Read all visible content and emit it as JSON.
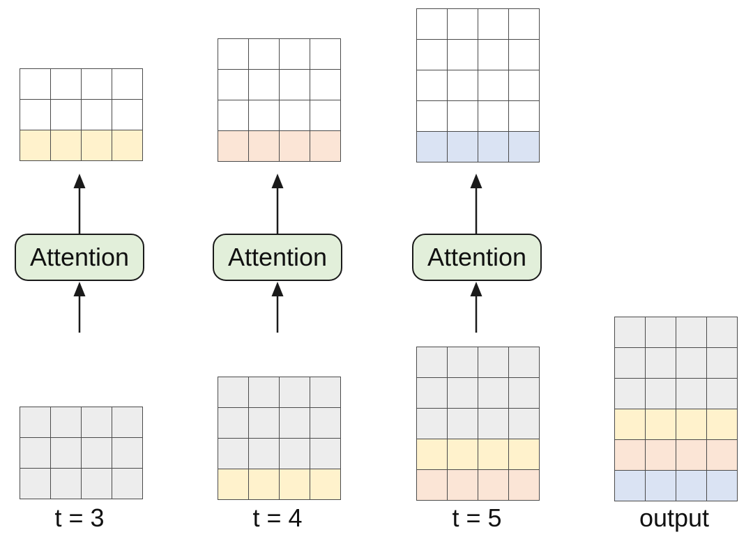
{
  "diagram": {
    "title": "attention-per-timestep-diagram",
    "colors": {
      "white": "#ffffff",
      "gray": "#ededed",
      "yellow": "#fff2cc",
      "orange": "#fbe5d6",
      "blue": "#dae3f3",
      "attention_fill": "#e2efda",
      "stroke": "#4a4a4a",
      "arrow": "#1a1a1a"
    },
    "columns": [
      {
        "id": "t3",
        "label": "t = 3",
        "attention_label": "Attention",
        "top_grid": {
          "rows": 3,
          "cols": 4,
          "row_colors": [
            "white",
            "white",
            "yellow"
          ]
        },
        "bottom_grid": {
          "rows": 3,
          "cols": 4,
          "row_colors": [
            "gray",
            "gray",
            "gray"
          ]
        }
      },
      {
        "id": "t4",
        "label": "t = 4",
        "attention_label": "Attention",
        "top_grid": {
          "rows": 4,
          "cols": 4,
          "row_colors": [
            "white",
            "white",
            "white",
            "orange"
          ]
        },
        "bottom_grid": {
          "rows": 4,
          "cols": 4,
          "row_colors": [
            "gray",
            "gray",
            "gray",
            "yellow"
          ]
        }
      },
      {
        "id": "t5",
        "label": "t = 5",
        "attention_label": "Attention",
        "top_grid": {
          "rows": 5,
          "cols": 4,
          "row_colors": [
            "white",
            "white",
            "white",
            "white",
            "blue"
          ]
        },
        "bottom_grid": {
          "rows": 5,
          "cols": 4,
          "row_colors": [
            "gray",
            "gray",
            "gray",
            "yellow",
            "orange"
          ]
        }
      },
      {
        "id": "output",
        "label": "output",
        "bottom_grid": {
          "rows": 6,
          "cols": 4,
          "row_colors": [
            "gray",
            "gray",
            "gray",
            "yellow",
            "orange",
            "blue"
          ]
        }
      }
    ]
  }
}
